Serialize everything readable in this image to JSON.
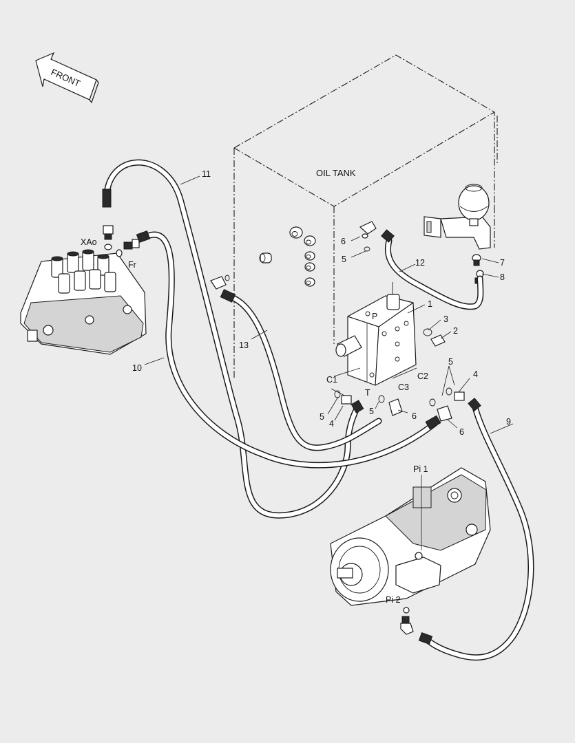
{
  "direction_label": "FRONT",
  "tank_label": "OIL TANK",
  "port_labels": {
    "xao": "XAo",
    "fr": "Fr",
    "p": "P",
    "t": "T",
    "c1": "C1",
    "c2": "C2",
    "c3": "C3",
    "pi1": "Pi 1",
    "pi2": "Pi 2"
  },
  "callouts": {
    "n1": "1",
    "n2": "2",
    "n3": "3",
    "n4a": "4",
    "n4b": "4",
    "n5a": "5",
    "n5b": "5",
    "n5c": "5",
    "n5d": "5",
    "n6a": "6",
    "n6b": "6",
    "n6c": "6",
    "n7": "7",
    "n8": "8",
    "n9": "9",
    "n10": "10",
    "n11": "11",
    "n12": "12",
    "n13": "13"
  }
}
